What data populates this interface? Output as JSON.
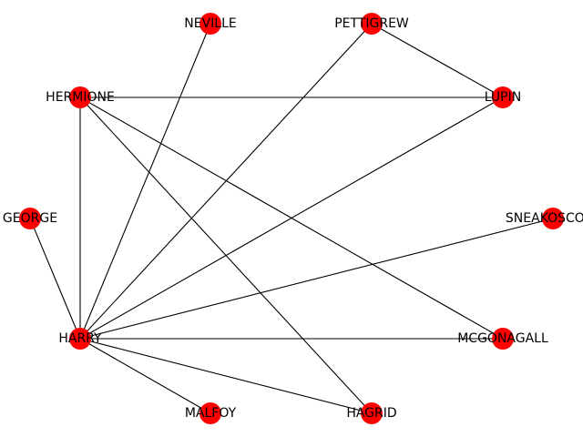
{
  "graph": {
    "node_color": "#ff0000",
    "edge_color": "#000000",
    "nodes": [
      {
        "id": "HARRY",
        "label": "HARRY"
      },
      {
        "id": "NEVILLE",
        "label": "NEVILLE"
      },
      {
        "id": "PETTIGREW",
        "label": "PETTIGREW"
      },
      {
        "id": "HERMIONE",
        "label": "HERMIONE"
      },
      {
        "id": "LUPIN",
        "label": "LUPIN"
      },
      {
        "id": "GEORGE",
        "label": "GEORGE"
      },
      {
        "id": "SNEAKOSCOPE",
        "label": "SNEAKOSCOPE"
      },
      {
        "id": "MCGONAGALL",
        "label": "MCGONAGALL"
      },
      {
        "id": "MALFOY",
        "label": "MALFOY"
      },
      {
        "id": "HAGRID",
        "label": "HAGRID"
      }
    ],
    "edges": [
      [
        "HARRY",
        "NEVILLE"
      ],
      [
        "HARRY",
        "PETTIGREW"
      ],
      [
        "HARRY",
        "HERMIONE"
      ],
      [
        "HARRY",
        "LUPIN"
      ],
      [
        "HARRY",
        "GEORGE"
      ],
      [
        "HARRY",
        "SNEAKOSCOPE"
      ],
      [
        "HARRY",
        "MCGONAGALL"
      ],
      [
        "HARRY",
        "MALFOY"
      ],
      [
        "HARRY",
        "HAGRID"
      ],
      [
        "HERMIONE",
        "LUPIN"
      ],
      [
        "HERMIONE",
        "MCGONAGALL"
      ],
      [
        "HERMIONE",
        "HAGRID"
      ],
      [
        "PETTIGREW",
        "LUPIN"
      ]
    ]
  }
}
